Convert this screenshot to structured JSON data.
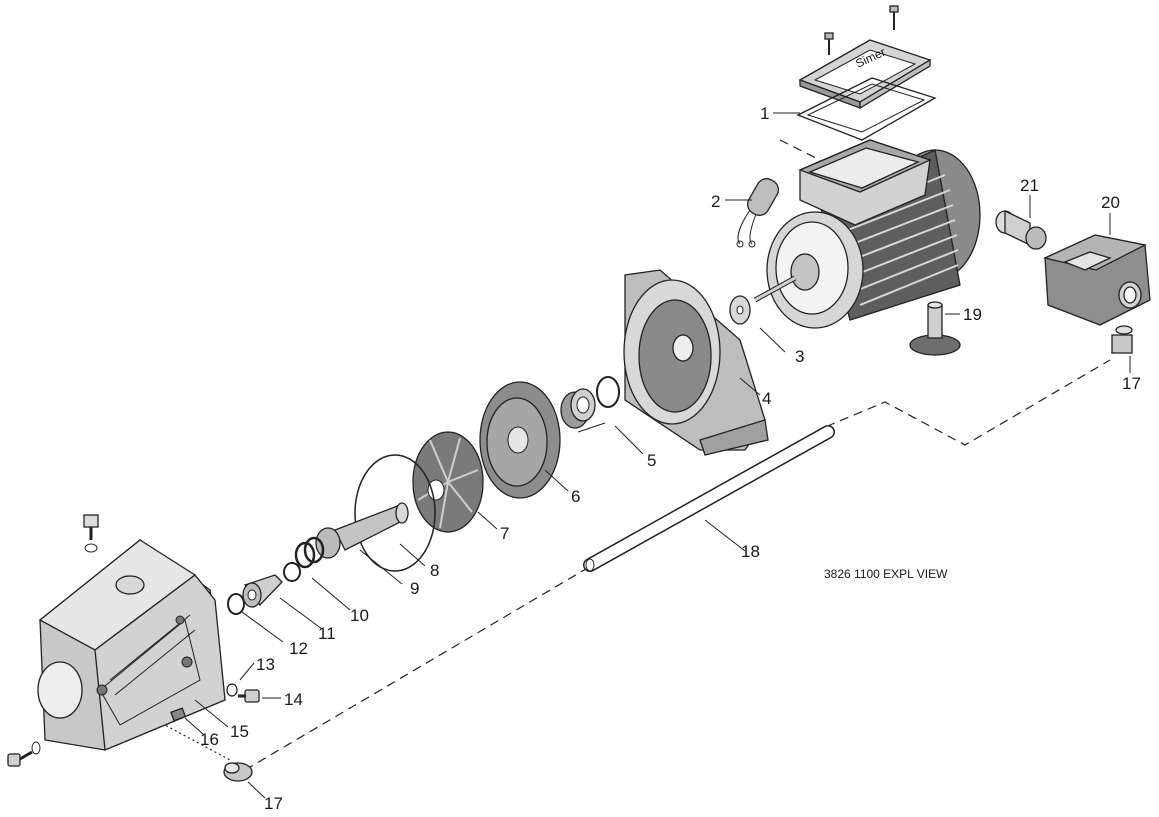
{
  "caption": "3826 1100 EXPL VIEW",
  "brand_mark": "Simer",
  "callouts": {
    "c1": "1",
    "c2": "2",
    "c3": "3",
    "c4": "4",
    "c5": "5",
    "c6": "6",
    "c7": "7",
    "c8": "8",
    "c9": "9",
    "c10": "10",
    "c11": "11",
    "c12": "12",
    "c13": "13",
    "c14": "14",
    "c15": "15",
    "c16": "16",
    "c17a": "17",
    "c17b": "17",
    "c18": "18",
    "c19": "19",
    "c20": "20",
    "c21": "21"
  },
  "colors": {
    "part_fill": "#cfcfcf",
    "part_dark": "#6e6e6e",
    "line": "#222222",
    "background": "#ffffff"
  }
}
